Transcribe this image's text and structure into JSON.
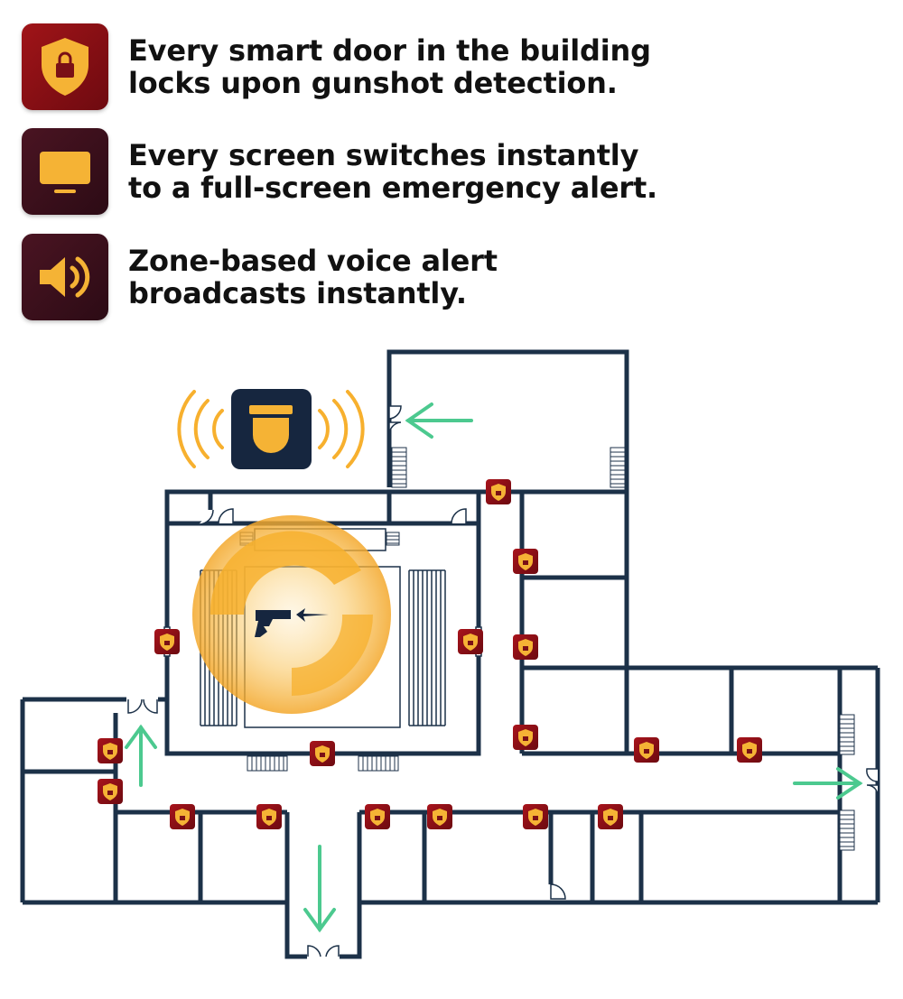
{
  "features": [
    {
      "icon": "shield-lock-icon",
      "lines": [
        "Every smart door in the building",
        "locks upon gunshot detection."
      ]
    },
    {
      "icon": "monitor-icon",
      "lines": [
        "Every screen switches instantly",
        "to a full-screen emergency alert."
      ]
    },
    {
      "icon": "speaker-icon",
      "lines": [
        "Zone-based voice alert",
        "broadcasts instantly."
      ]
    }
  ],
  "colors": {
    "wall": "#1c3148",
    "lock_tile": "#8c1018",
    "lock_shield": "#f5b335",
    "alert_glow": "#f7b02e",
    "exit_arrow": "#4cc98f",
    "sensor_bg": "#16263f"
  },
  "floor_plan": {
    "gunshot_sensor_icon": "ceiling-sensor-icon",
    "gunshot_icon": "pistol-firing-icon",
    "door_lock_icon": "door-lock-icon",
    "exit_arrow_icon": "exit-arrow-icon",
    "door_lock_count": 17,
    "exit_arrow_count": 4
  }
}
